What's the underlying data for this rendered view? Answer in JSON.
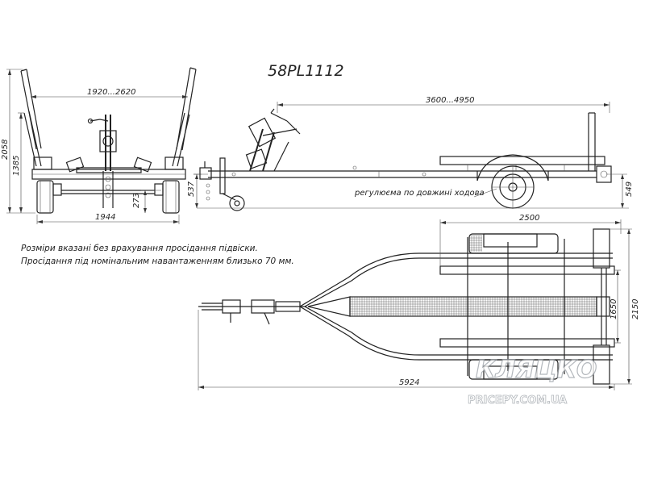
{
  "title": "58PL1112",
  "front_view": {
    "dim_top": "1920...2620",
    "dim_bottom": "1944",
    "dim_total_height": "2058",
    "dim_post_height": "1385",
    "dim_axle_height": "273"
  },
  "side_view": {
    "dim_bunk_length": "3600...4950",
    "dim_drawbar_height": "537",
    "dim_frame_height": "549",
    "adjust_label": "регулюєма по довжині ходова"
  },
  "notes": [
    "Розміри вказані без врахування просідання підвіски.",
    "Просідання під номінальним навантаженням близько 70 мм."
  ],
  "top_view": {
    "dim_rear_width": "2500",
    "dim_inner_width": "1650",
    "dim_overall_width": "2150",
    "dim_overall_length": "5924"
  },
  "watermark": {
    "brand": "КЛЯЦКО",
    "site": "PRICEPY.COM.UA"
  }
}
